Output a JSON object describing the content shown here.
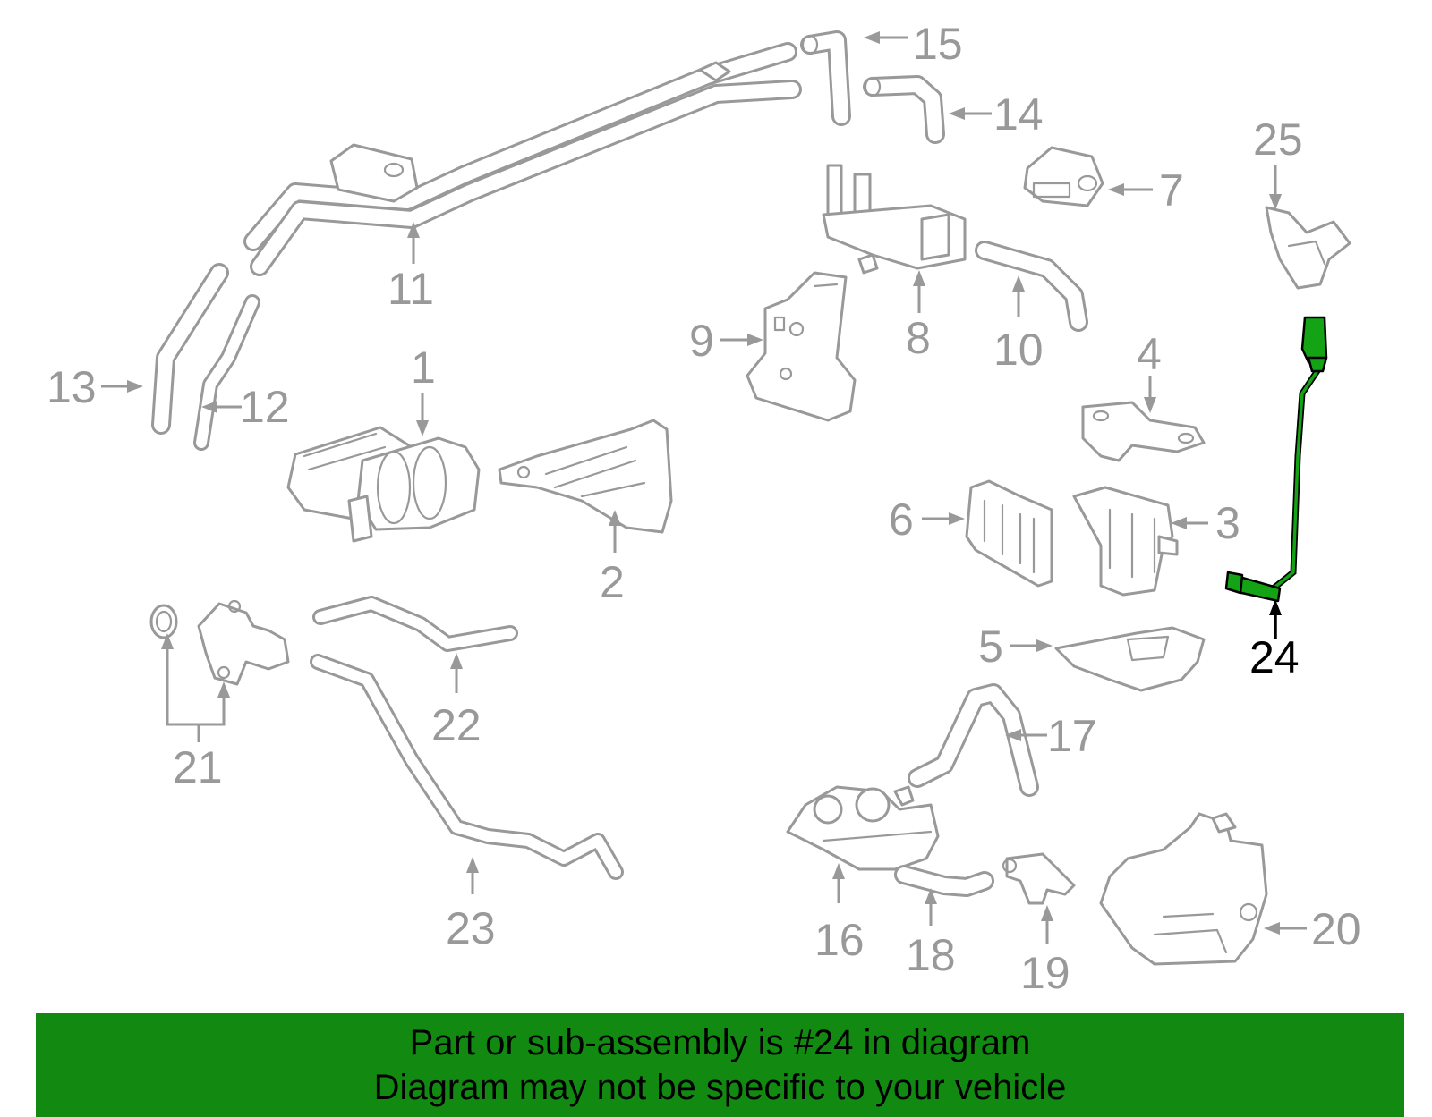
{
  "diagram": {
    "highlighted_part": "24",
    "callouts": [
      "1",
      "2",
      "3",
      "4",
      "5",
      "6",
      "7",
      "8",
      "9",
      "10",
      "11",
      "12",
      "13",
      "14",
      "15",
      "16",
      "17",
      "18",
      "19",
      "20",
      "21",
      "22",
      "23",
      "24",
      "25"
    ]
  },
  "banner": {
    "line1": "Part or sub-assembly is #24 in diagram",
    "line2": "Diagram may not be specific to your vehicle"
  },
  "colors": {
    "part_stroke": "#999999",
    "highlight_fill": "#14a314",
    "banner_background": "#128a12",
    "text": "#000000"
  }
}
